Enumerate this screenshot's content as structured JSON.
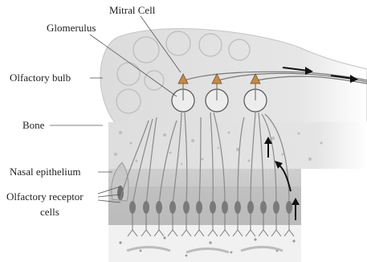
{
  "labels": {
    "mitral_cell": "Mitral Cell",
    "glomerulus": "Glomerulus",
    "olfactory_bulb": "Olfactory bulb",
    "bone": "Bone",
    "nasal_epithelium": "Nasal epithelium",
    "olfactory_receptor_line1": "Olfactory receptor",
    "olfactory_receptor_line2": "cells"
  },
  "colors": {
    "bulb": "#e2e2e2",
    "bulb_outline": "#bdbdbd",
    "bone": "#d8d8d8",
    "epithelium": "#c9c9c9",
    "neuron": "#8a8a8a",
    "cell_body": "#6e6e6e",
    "arrow": "#111111"
  }
}
